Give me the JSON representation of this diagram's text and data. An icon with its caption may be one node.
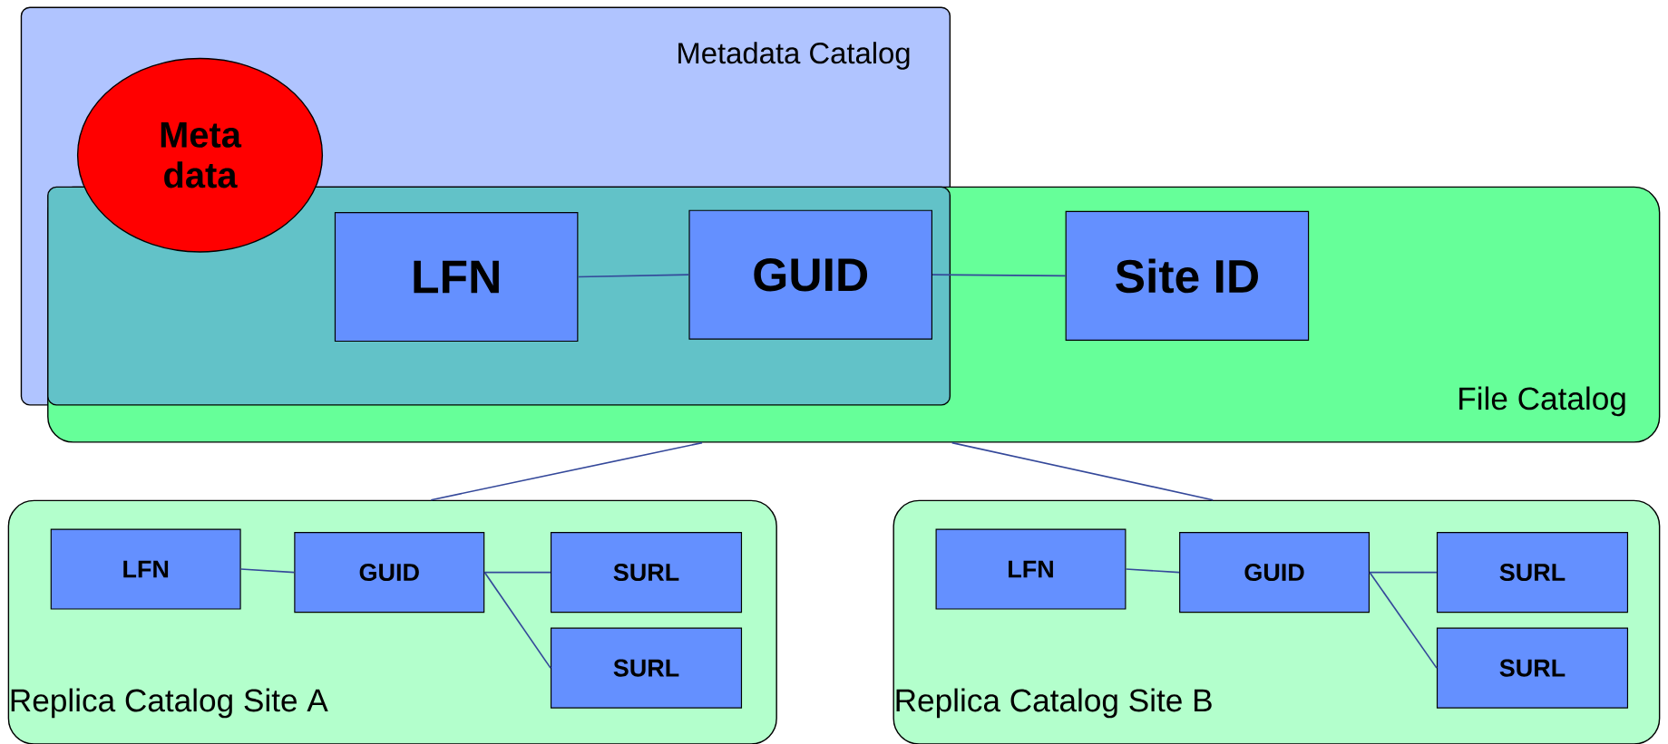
{
  "diagram": {
    "nodes": [
      {
        "text": [
          "Metadata Catalog"
        ]
      },
      {
        "text": [
          "Meta data"
        ],
        "in": 0
      },
      {
        "text": [
          "File Catalog"
        ]
      },
      {
        "text": [
          "LFN"
        ]
      },
      {
        "text": [
          "GUID"
        ]
      },
      {
        "text": [
          "Site ID"
        ],
        "in": 2
      },
      {
        "text": [
          "Replica Catalog Site A"
        ]
      },
      {
        "text": [
          "LFN"
        ],
        "in": 6
      },
      {
        "text": [
          "GUID"
        ],
        "in": 6
      },
      {
        "text": [
          "SURL"
        ],
        "in": 6
      },
      {
        "text": [
          "SURL"
        ],
        "in": 6
      },
      {
        "text": [
          "Replica Catalog Site B"
        ]
      },
      {
        "text": [
          "LFN"
        ],
        "in": 11
      },
      {
        "text": [
          "GUID"
        ],
        "in": 11
      },
      {
        "text": [
          "SURL"
        ],
        "in": 11
      },
      {
        "text": [
          "SURL"
        ],
        "in": 11
      }
    ],
    "edges": [
      {
        "from": 3,
        "to": 4,
        "arrow": "none"
      },
      {
        "from": 4,
        "to": 5,
        "arrow": "none"
      },
      {
        "from": 2,
        "to": 6,
        "arrow": "none"
      },
      {
        "from": 2,
        "to": 11,
        "arrow": "none"
      },
      {
        "from": 7,
        "to": 8,
        "arrow": "none"
      },
      {
        "from": 8,
        "to": 9,
        "arrow": "none"
      },
      {
        "from": 8,
        "to": 10,
        "arrow": "none"
      },
      {
        "from": 12,
        "to": 13,
        "arrow": "none"
      },
      {
        "from": 13,
        "to": 14,
        "arrow": "none"
      },
      {
        "from": 13,
        "to": 15,
        "arrow": "none"
      }
    ]
  }
}
